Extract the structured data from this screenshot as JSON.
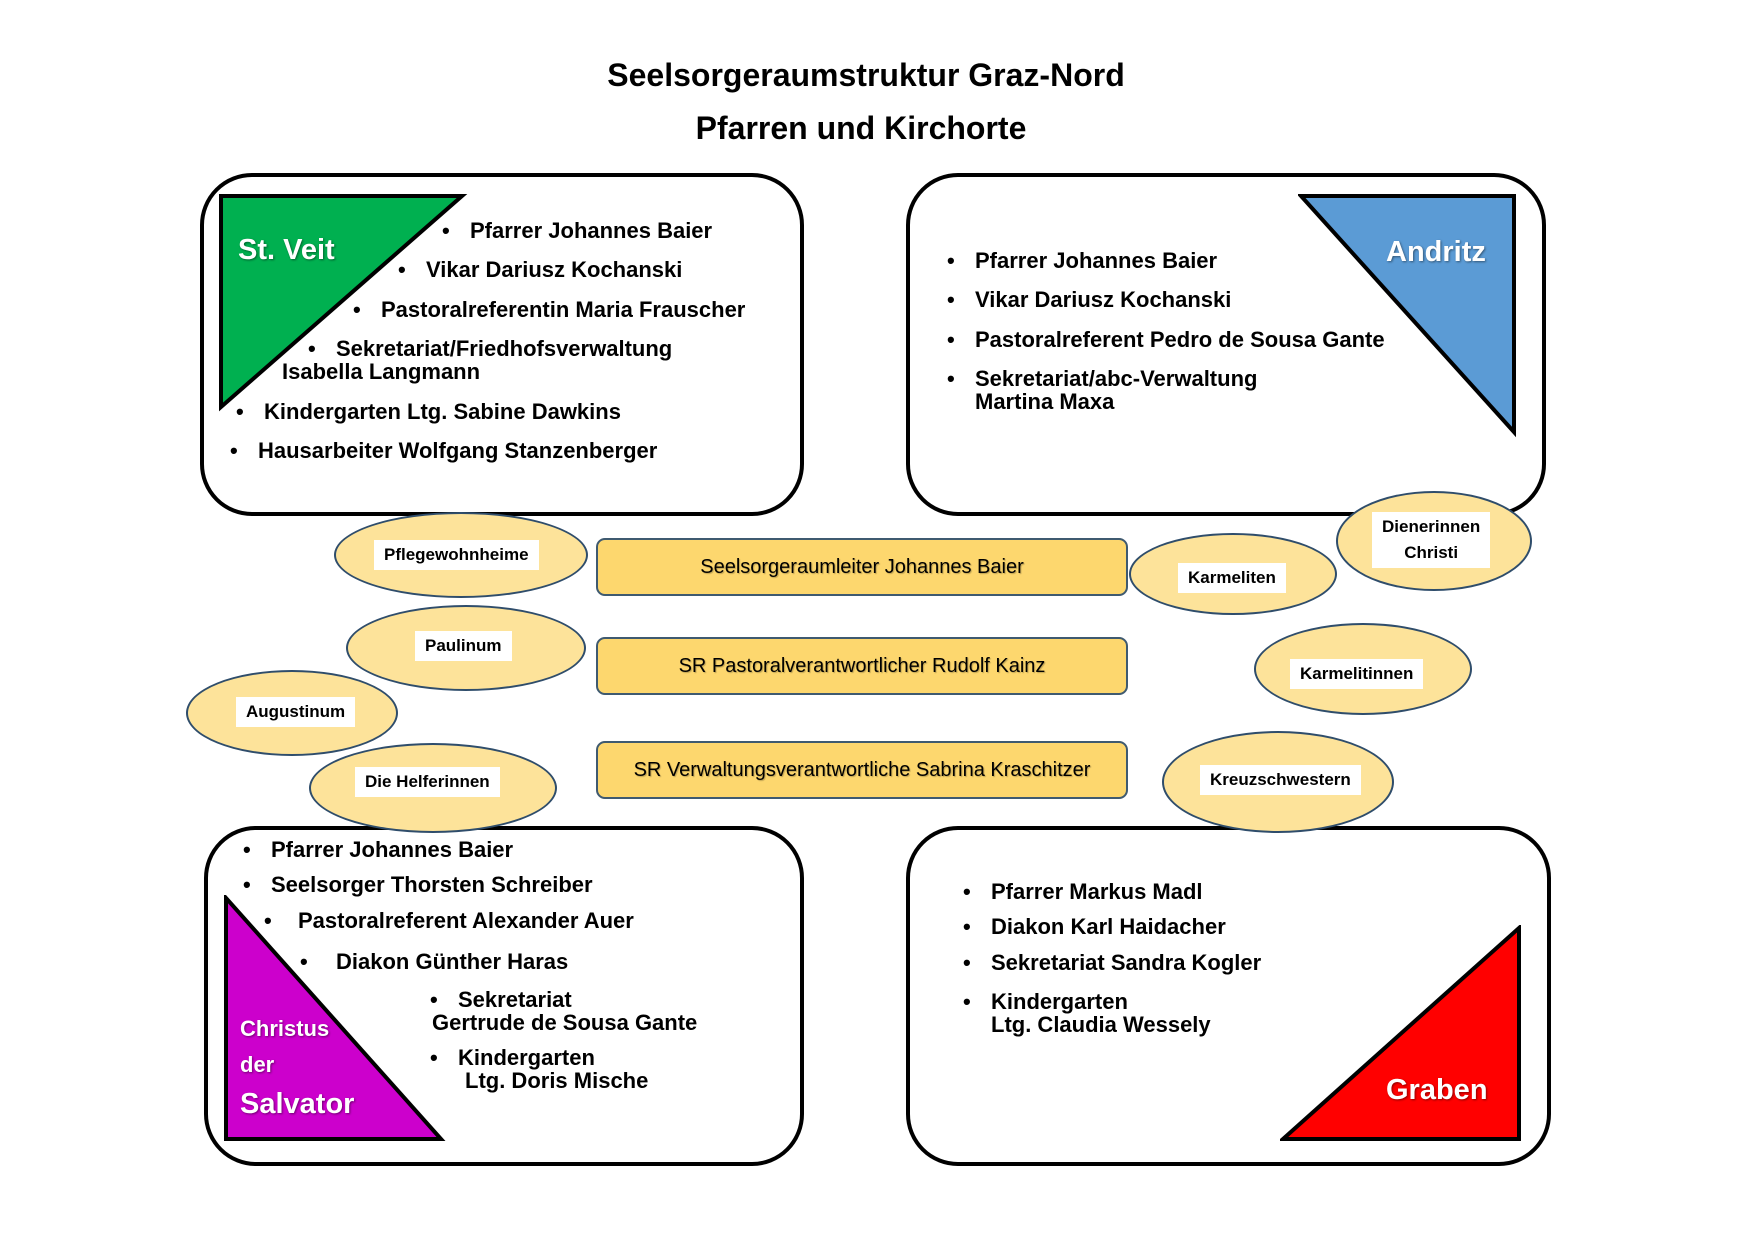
{
  "title": {
    "line1": "Seelsorgeraumstruktur Graz-Nord",
    "line2": "Pfarren und Kirchorte"
  },
  "parishes": {
    "st_veit": {
      "name": "St. Veit",
      "color": "#00b050",
      "items": [
        "Pfarrer Johannes Baier",
        "Vikar Dariusz Kochanski",
        "Pastoralreferentin Maria Frauscher",
        "Sekretariat/Friedhofsverwaltung",
        "Isabella Langmann",
        "Kindergarten Ltg. Sabine Dawkins",
        "Hausarbeiter Wolfgang Stanzenberger"
      ]
    },
    "andritz": {
      "name": "Andritz",
      "color": "#5b9bd5",
      "items": [
        "Pfarrer Johannes Baier",
        "Vikar Dariusz Kochanski",
        "Pastoralreferent Pedro de Sousa Gante",
        "Sekretariat/abc-Verwaltung",
        "Martina Maxa"
      ]
    },
    "christus": {
      "name_line1": "Christus",
      "name_line2": "der",
      "name_line3": "Salvator",
      "color": "#cc00cc",
      "items": [
        "Pfarrer Johannes Baier",
        "Seelsorger Thorsten Schreiber",
        "Pastoralreferent Alexander Auer",
        "Diakon Günther Haras",
        "Sekretariat",
        "Gertrude de Sousa Gante",
        "Kindergarten",
        "Ltg. Doris Mische"
      ]
    },
    "graben": {
      "name": "Graben",
      "color": "#ff0000",
      "items": [
        "Pfarrer Markus Madl",
        "Diakon Karl Haidacher",
        "Sekretariat Sandra Kogler",
        "Kindergarten",
        "Ltg. Claudia Wessely"
      ]
    }
  },
  "leadership": [
    "Seelsorgeraumleiter Johannes Baier",
    "SR Pastoralverantwortlicher Rudolf Kainz",
    "SR Verwaltungsverantwortliche Sabrina Kraschitzer"
  ],
  "kirchorte": {
    "pflegewohnheime": "Pflegewohnheime",
    "paulinum": "Paulinum",
    "augustinum": "Augustinum",
    "helferinnen": "Die Helferinnen",
    "karmeliten": "Karmeliten",
    "dienerinnen_l1": "Dienerinnen",
    "dienerinnen_l2": "Christi",
    "karmelitinnen": "Karmelitinnen",
    "kreuzschwestern": "Kreuzschwestern"
  },
  "bullet": "•"
}
